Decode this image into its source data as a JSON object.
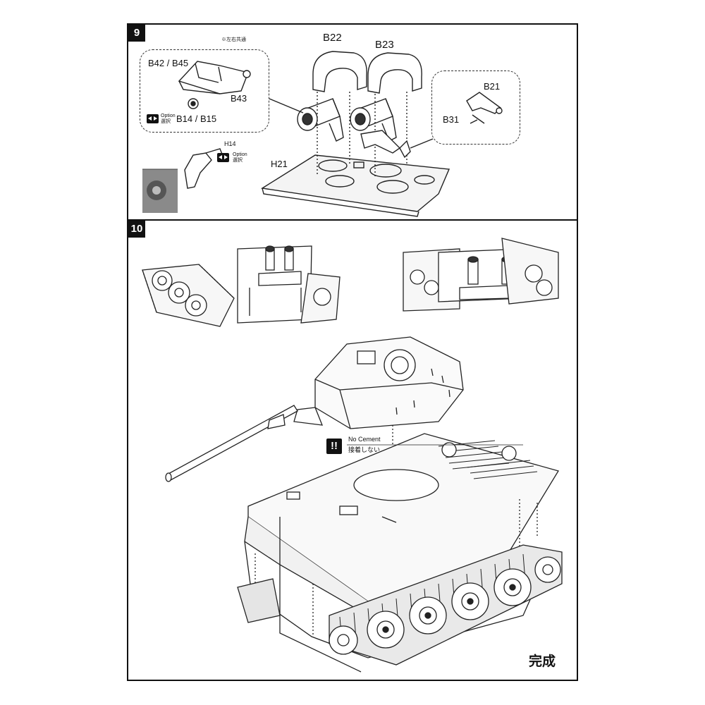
{
  "step9": {
    "number": "9",
    "note_common": "※左右共通",
    "parts": {
      "b42_b45": "B42 / B45",
      "b43": "B43",
      "b14_b15": "B14 / B15",
      "b22": "B22",
      "b23": "B23",
      "b21": "B21",
      "b31": "B31",
      "h14": "H14",
      "h21": "H21"
    },
    "option_en": "Option",
    "option_jp": "選択"
  },
  "step10": {
    "number": "10",
    "no_cement_en": "No Cement",
    "no_cement_jp": "接着しない",
    "complete": "完成"
  }
}
